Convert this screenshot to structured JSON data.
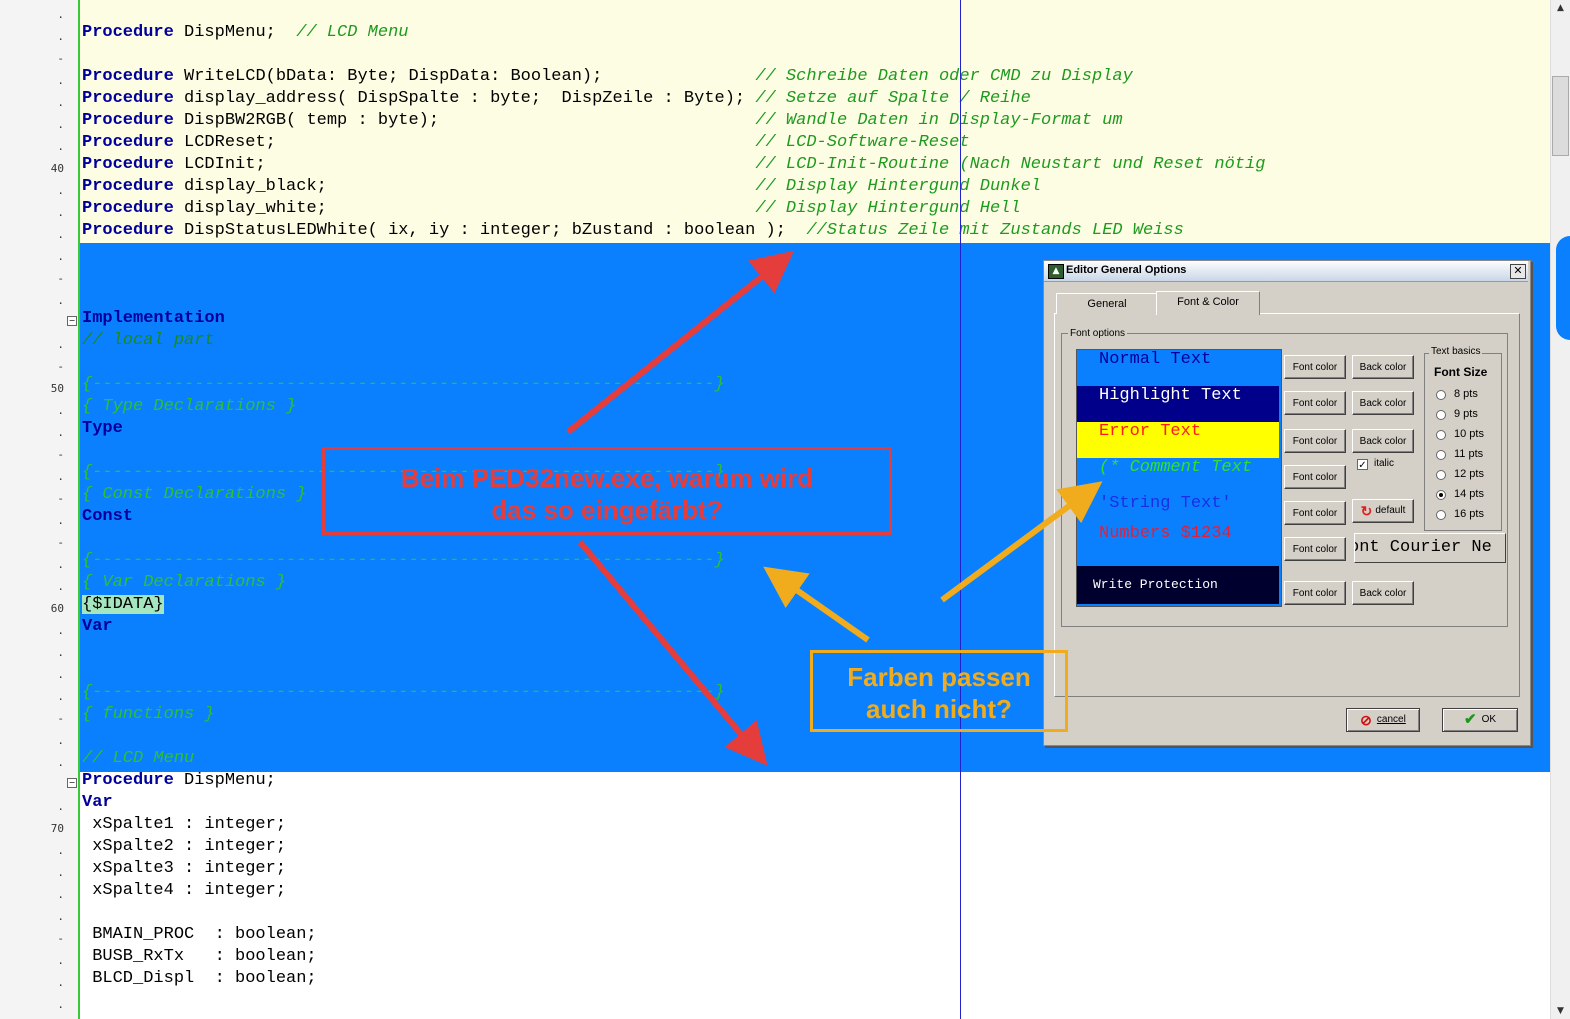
{
  "gutter": {
    "line_40": "40",
    "line_50": "50",
    "line_60": "60",
    "line_70": "70",
    "dot": ".",
    "dash": "-"
  },
  "code": {
    "l1_kw": "Procedure",
    "l1_text": " DispMenu;  ",
    "l1_cm": "// LCD Menu",
    "l2_kw": "Procedure",
    "l2_text": " WriteLCD(bData: Byte; DispData: Boolean);               ",
    "l2_cm": "// Schreibe Daten oder CMD zu Display",
    "l3_kw": "Procedure",
    "l3_text": " display_address( DispSpalte : byte;  DispZeile : Byte); ",
    "l3_cm": "// Setze auf Spalte / Reihe",
    "l4_kw": "Procedure",
    "l4_text": " DispBW2RGB( temp : byte);                               ",
    "l4_cm": "// Wandle Daten in Display-Format um",
    "l5_kw": "Procedure",
    "l5_text": " LCDReset;                                               ",
    "l5_cm": "// LCD-Software-Reset",
    "l6_kw": "Procedure",
    "l6_text": " LCDInit;                                                ",
    "l6_cm": "// LCD-Init-Routine (Nach Neustart und Reset nötig",
    "l7_kw": "Procedure",
    "l7_text": " display_black;                                          ",
    "l7_cm": "// Display Hintergund Dunkel",
    "l8_kw": "Procedure",
    "l8_text": " display_white;                                          ",
    "l8_cm": "// Display Hintergund Hell",
    "l9_kw": "Procedure",
    "l9_text": " DispStatusLEDWhite( ix, iy : integer; bZustand : boolean );  ",
    "l9_cm": "//Status Zeile mit Zustands LED Weiss",
    "implementation": "Implementation",
    "local_part": "// local part",
    "sep": "{-------------------------------------------------------------}",
    "type_decl": "{ Type Declarations }",
    "type": "Type",
    "const_decl": "{ Const Declarations }",
    "const": "Const",
    "var_decl": "{ Var Declarations }",
    "idata": "{$IDATA}",
    "var": "Var",
    "functions": "{ functions }",
    "lcd_menu_cm": "// LCD Menu",
    "proc2_kw": "Procedure",
    "proc2_text": " DispMenu;",
    "var2": "Var",
    "v1": " xSpalte1 : integer;",
    "v2": " xSpalte2 : integer;",
    "v3": " xSpalte3 : integer;",
    "v4": " xSpalte4 : integer;",
    "v5": " BMAIN_PROC  : boolean;",
    "v6": " BUSB_RxTx   : boolean;",
    "v7": " BLCD_Displ  : boolean;"
  },
  "dialog": {
    "title": "Editor General Options",
    "close": "✕",
    "tab_general": "General",
    "tab_font_color": "Font & Color",
    "font_options": "Font options",
    "preview": {
      "normal": "Normal Text",
      "highlight": "Highlight Text",
      "error": "Error Text",
      "comment": "(* Comment Text",
      "string": "'String Text'",
      "numbers": "Numbers $1234",
      "write_protection": "Write Protection"
    },
    "font_color": "Font color",
    "back_color": "Back color",
    "italic": "italic",
    "default": "default",
    "font_name": "ont Courier Ne",
    "text_basics": "Text basics",
    "font_size": "Font Size",
    "sizes": [
      "8 pts",
      "9 pts",
      "10 pts",
      "11 pts",
      "12 pts",
      "14 pts",
      "16 pts"
    ],
    "selected_size": "14 pts",
    "cancel": "cancel",
    "ok": "OK"
  },
  "annotations": {
    "red_line1": "Beim PED32new.exe, warum wird",
    "red_line2": "das so eingefärbt?",
    "orange_line1": "Farben passen",
    "orange_line2": "auch nicht?"
  },
  "colors": {
    "editor_cream": "#fdfde4",
    "editor_blue": "#0a80ff",
    "keyword": "#00009a",
    "comment": "#1e9a1e",
    "annotation_red": "#e53c3c",
    "annotation_orange": "#f0ac1c"
  }
}
